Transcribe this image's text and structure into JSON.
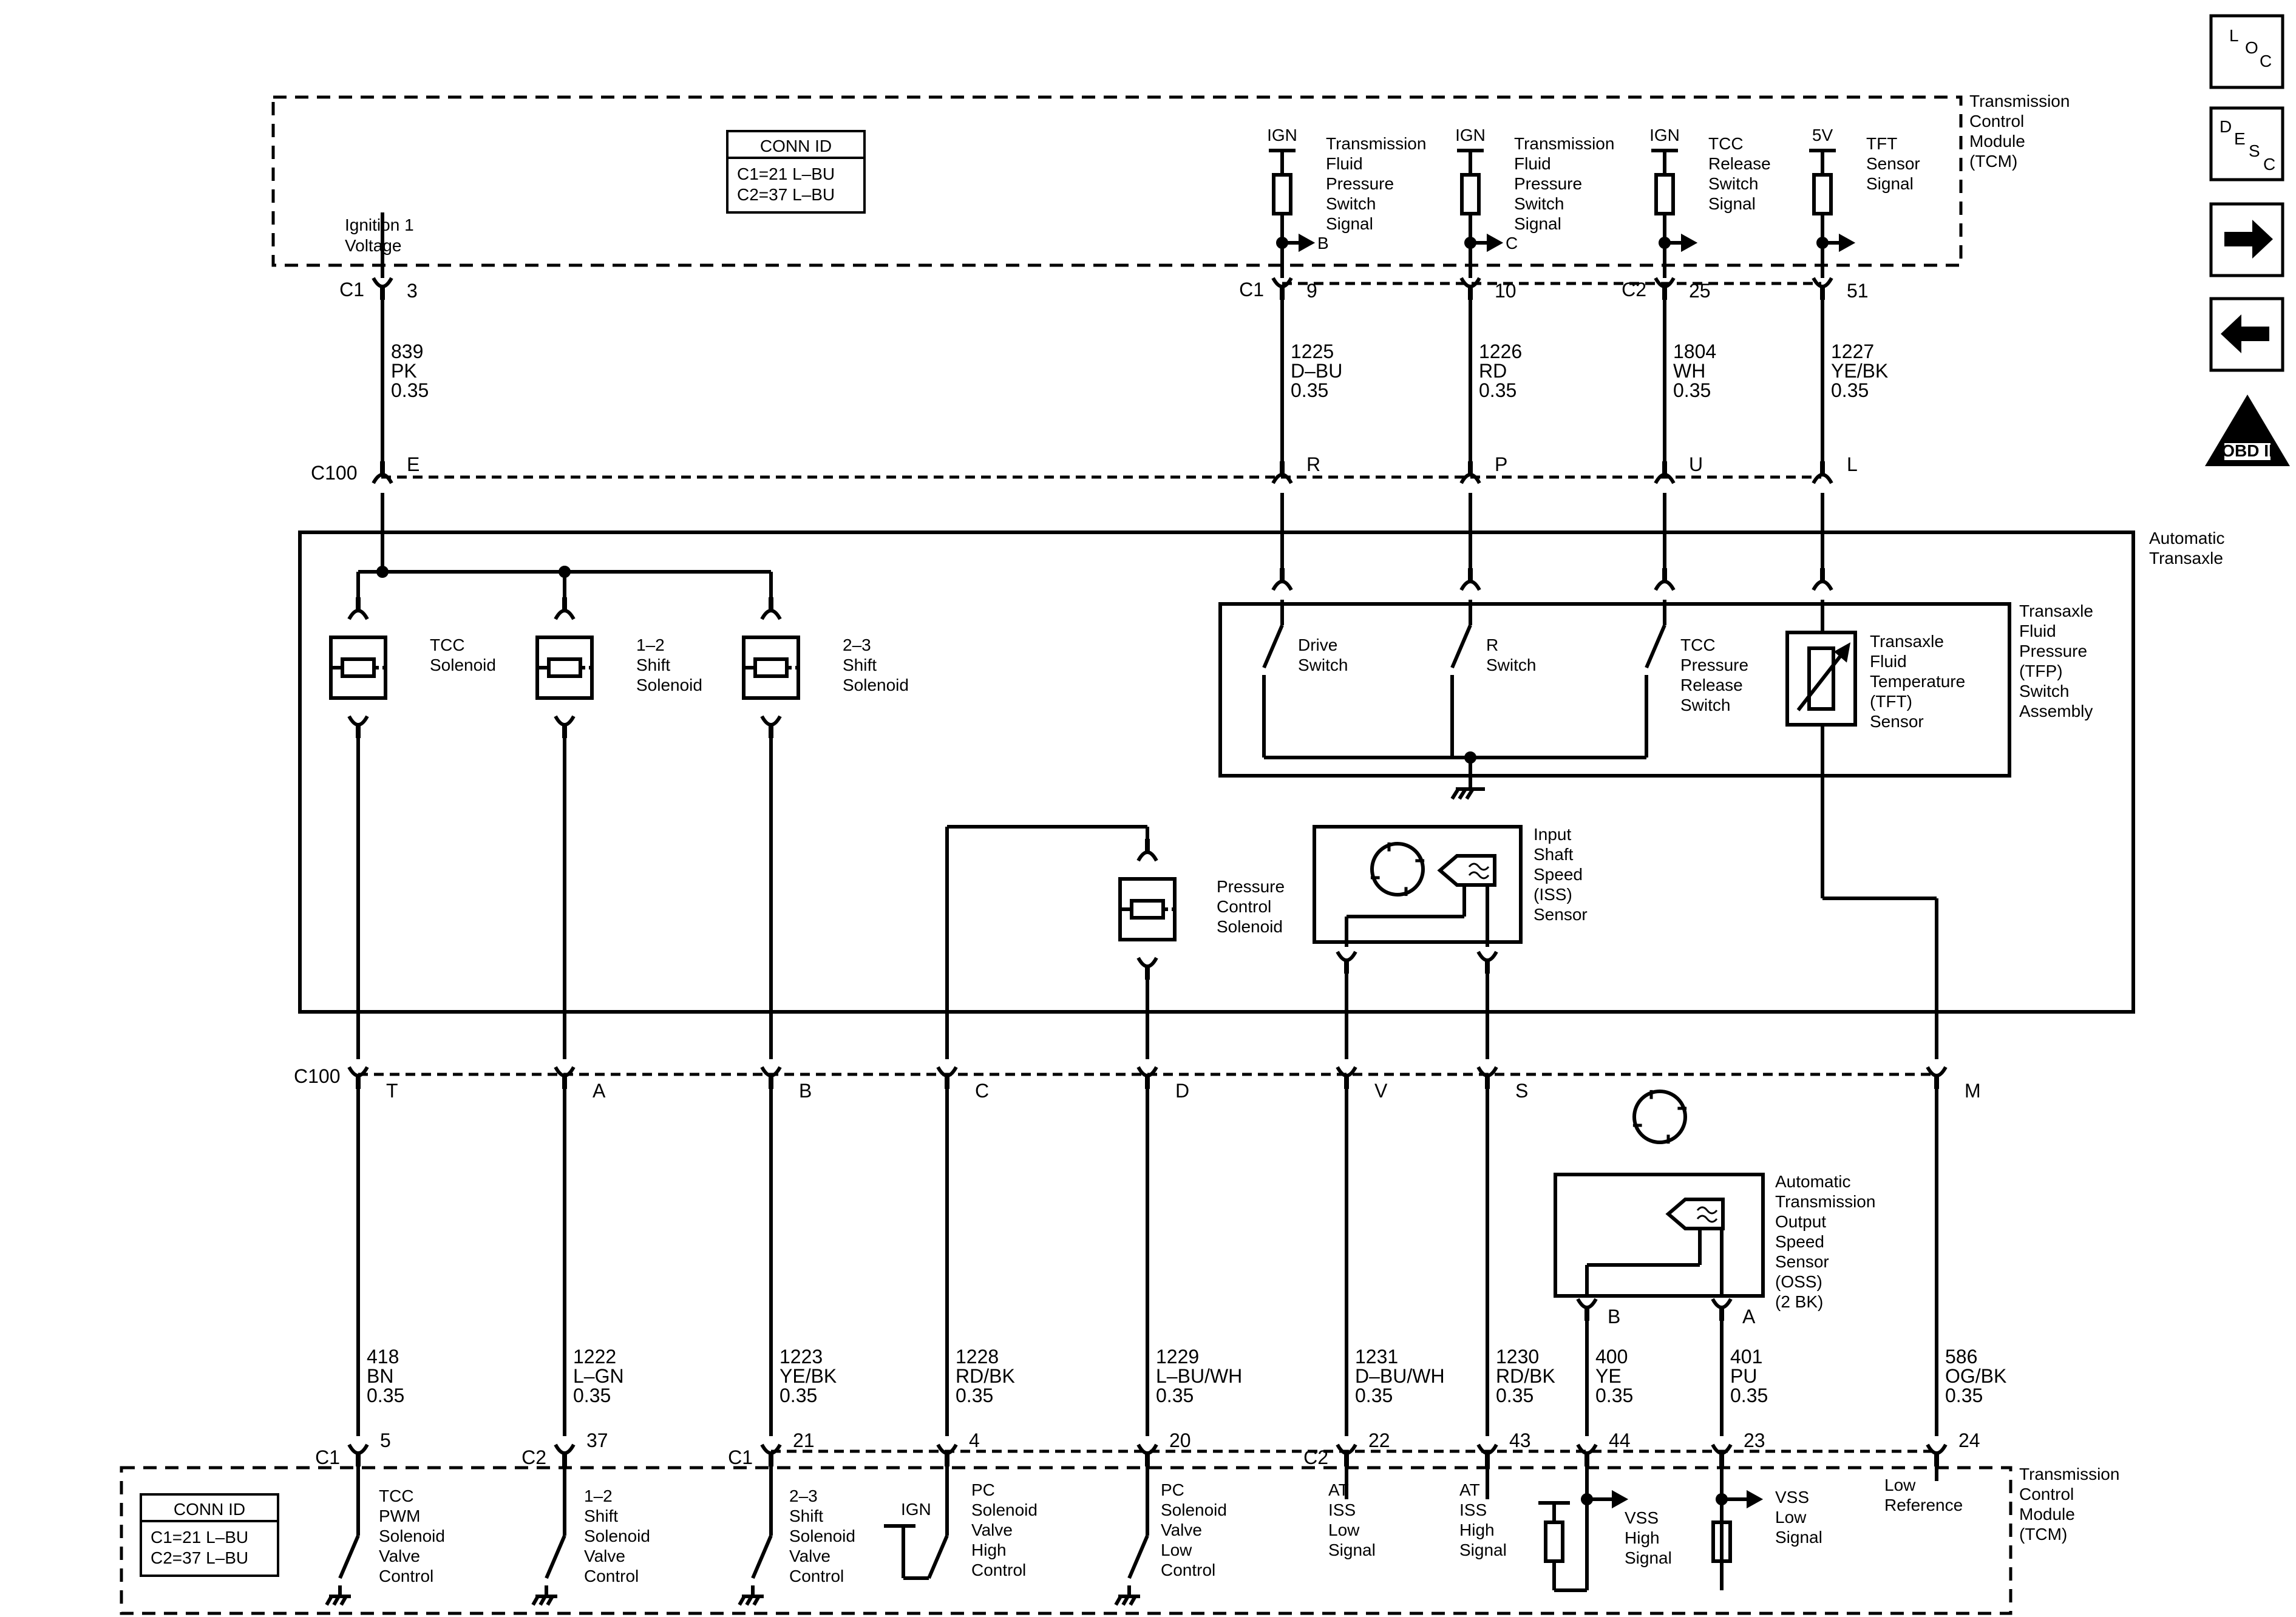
{
  "top_module": {
    "name_lines": [
      "Transmission",
      "Control",
      "Module",
      "(TCM)"
    ],
    "conn_id": {
      "title": "CONN ID",
      "lines": [
        "C1=21 L–BU",
        "C2=37 L–BU"
      ]
    },
    "ignition_label": [
      "Ignition 1",
      "Voltage"
    ],
    "inputs": [
      {
        "supply": "IGN",
        "lines": [
          "Transmission",
          "Fluid",
          "Pressure",
          "Switch",
          "Signal"
        ],
        "ref": "B"
      },
      {
        "supply": "IGN",
        "lines": [
          "Transmission",
          "Fluid",
          "Pressure",
          "Switch",
          "Signal"
        ],
        "ref": "C"
      },
      {
        "supply": "IGN",
        "lines": [
          "TCC",
          "Release",
          "Switch",
          "Signal"
        ]
      },
      {
        "supply": "5V",
        "lines": [
          "TFT",
          "Sensor",
          "Signal"
        ]
      }
    ]
  },
  "top_pins": [
    {
      "conn": "C1",
      "pin": "3"
    },
    {
      "conn": "C1",
      "pin": "9"
    },
    {
      "conn": "",
      "pin": "10"
    },
    {
      "conn": "C2",
      "pin": "25"
    },
    {
      "conn": "",
      "pin": "51"
    }
  ],
  "top_wires": [
    {
      "circuit": "839",
      "color": "PK",
      "gauge": "0.35"
    },
    {
      "circuit": "1225",
      "color": "D–BU",
      "gauge": "0.35"
    },
    {
      "circuit": "1226",
      "color": "RD",
      "gauge": "0.35"
    },
    {
      "circuit": "1804",
      "color": "WH",
      "gauge": "0.35"
    },
    {
      "circuit": "1227",
      "color": "YE/BK",
      "gauge": "0.35"
    }
  ],
  "c100_top": {
    "name": "C100",
    "pins": [
      "E",
      "R",
      "P",
      "U",
      "L"
    ]
  },
  "transaxle": {
    "name_lines": [
      "Automatic",
      "Transaxle"
    ],
    "solenoids": [
      {
        "lines": [
          "TCC",
          "Solenoid"
        ]
      },
      {
        "lines": [
          "1–2",
          "Shift",
          "Solenoid"
        ]
      },
      {
        "lines": [
          "2–3",
          "Shift",
          "Solenoid"
        ]
      }
    ],
    "tfp_assembly": {
      "name_lines": [
        "Transaxle",
        "Fluid",
        "Pressure",
        "(TFP)",
        "Switch",
        "Assembly"
      ],
      "switches": [
        {
          "lines": [
            "Drive",
            "Switch"
          ]
        },
        {
          "lines": [
            "R",
            "Switch"
          ]
        },
        {
          "lines": [
            "TCC",
            "Pressure",
            "Release",
            "Switch"
          ]
        }
      ],
      "tft_lines": [
        "Transaxle",
        "Fluid",
        "Temperature",
        "(TFT)",
        "Sensor"
      ]
    },
    "pc_solenoid_lines": [
      "Pressure",
      "Control",
      "Solenoid"
    ],
    "iss_lines": [
      "Input",
      "Shaft",
      "Speed",
      "(ISS)",
      "Sensor"
    ]
  },
  "c100_bottom": {
    "name": "C100",
    "pins": [
      "T",
      "A",
      "B",
      "C",
      "D",
      "V",
      "S",
      "M"
    ]
  },
  "oss": {
    "name_lines": [
      "Automatic",
      "Transmission",
      "Output",
      "Speed",
      "Sensor",
      "(OSS)",
      "(2 BK)"
    ],
    "pins": [
      "B",
      "A"
    ]
  },
  "bottom_wires": [
    {
      "circuit": "418",
      "color": "BN",
      "gauge": "0.35"
    },
    {
      "circuit": "1222",
      "color": "L–GN",
      "gauge": "0.35"
    },
    {
      "circuit": "1223",
      "color": "YE/BK",
      "gauge": "0.35"
    },
    {
      "circuit": "1228",
      "color": "RD/BK",
      "gauge": "0.35"
    },
    {
      "circuit": "1229",
      "color": "L–BU/WH",
      "gauge": "0.35"
    },
    {
      "circuit": "1231",
      "color": "D–BU/WH",
      "gauge": "0.35"
    },
    {
      "circuit": "1230",
      "color": "RD/BK",
      "gauge": "0.35"
    },
    {
      "circuit": "400",
      "color": "YE",
      "gauge": "0.35"
    },
    {
      "circuit": "401",
      "color": "PU",
      "gauge": "0.35"
    },
    {
      "circuit": "586",
      "color": "OG/BK",
      "gauge": "0.35"
    }
  ],
  "bottom_pins": [
    {
      "conn": "C1",
      "pin": "5"
    },
    {
      "conn": "C2",
      "pin": "37"
    },
    {
      "conn": "C1",
      "pin": "21"
    },
    {
      "conn": "",
      "pin": "4"
    },
    {
      "conn": "",
      "pin": "20"
    },
    {
      "conn": "C2",
      "pin": "22"
    },
    {
      "conn": "",
      "pin": "43"
    },
    {
      "conn": "",
      "pin": "44"
    },
    {
      "conn": "",
      "pin": "23"
    },
    {
      "conn": "",
      "pin": "24"
    }
  ],
  "bottom_module": {
    "name_lines": [
      "Transmission",
      "Control",
      "Module",
      "(TCM)"
    ],
    "conn_id": {
      "title": "CONN ID",
      "lines": [
        "C1=21 L–BU",
        "C2=37 L–BU"
      ]
    },
    "ign_label": "IGN",
    "controls": [
      {
        "lines": [
          "TCC",
          "PWM",
          "Solenoid",
          "Valve",
          "Control"
        ]
      },
      {
        "lines": [
          "1–2",
          "Shift",
          "Solenoid",
          "Valve",
          "Control"
        ]
      },
      {
        "lines": [
          "2–3",
          "Shift",
          "Solenoid",
          "Valve",
          "Control"
        ]
      },
      {
        "lines": [
          "PC",
          "Solenoid",
          "Valve",
          "High",
          "Control"
        ]
      },
      {
        "lines": [
          "PC",
          "Solenoid",
          "Valve",
          "Low",
          "Control"
        ]
      },
      {
        "lines": [
          "AT",
          "ISS",
          "Low",
          "Signal"
        ]
      },
      {
        "lines": [
          "AT",
          "ISS",
          "High",
          "Signal"
        ]
      },
      {
        "lines": [
          "VSS",
          "High",
          "Signal"
        ]
      },
      {
        "lines": [
          "VSS",
          "Low",
          "Signal"
        ]
      },
      {
        "lines": [
          "Low",
          "Reference"
        ]
      }
    ]
  },
  "nav": {
    "loc": [
      "L",
      "O",
      "C"
    ],
    "desc": [
      "D",
      "E",
      "S",
      "C"
    ],
    "obd": {
      "glyph": "II",
      "label": "OBD II"
    }
  }
}
